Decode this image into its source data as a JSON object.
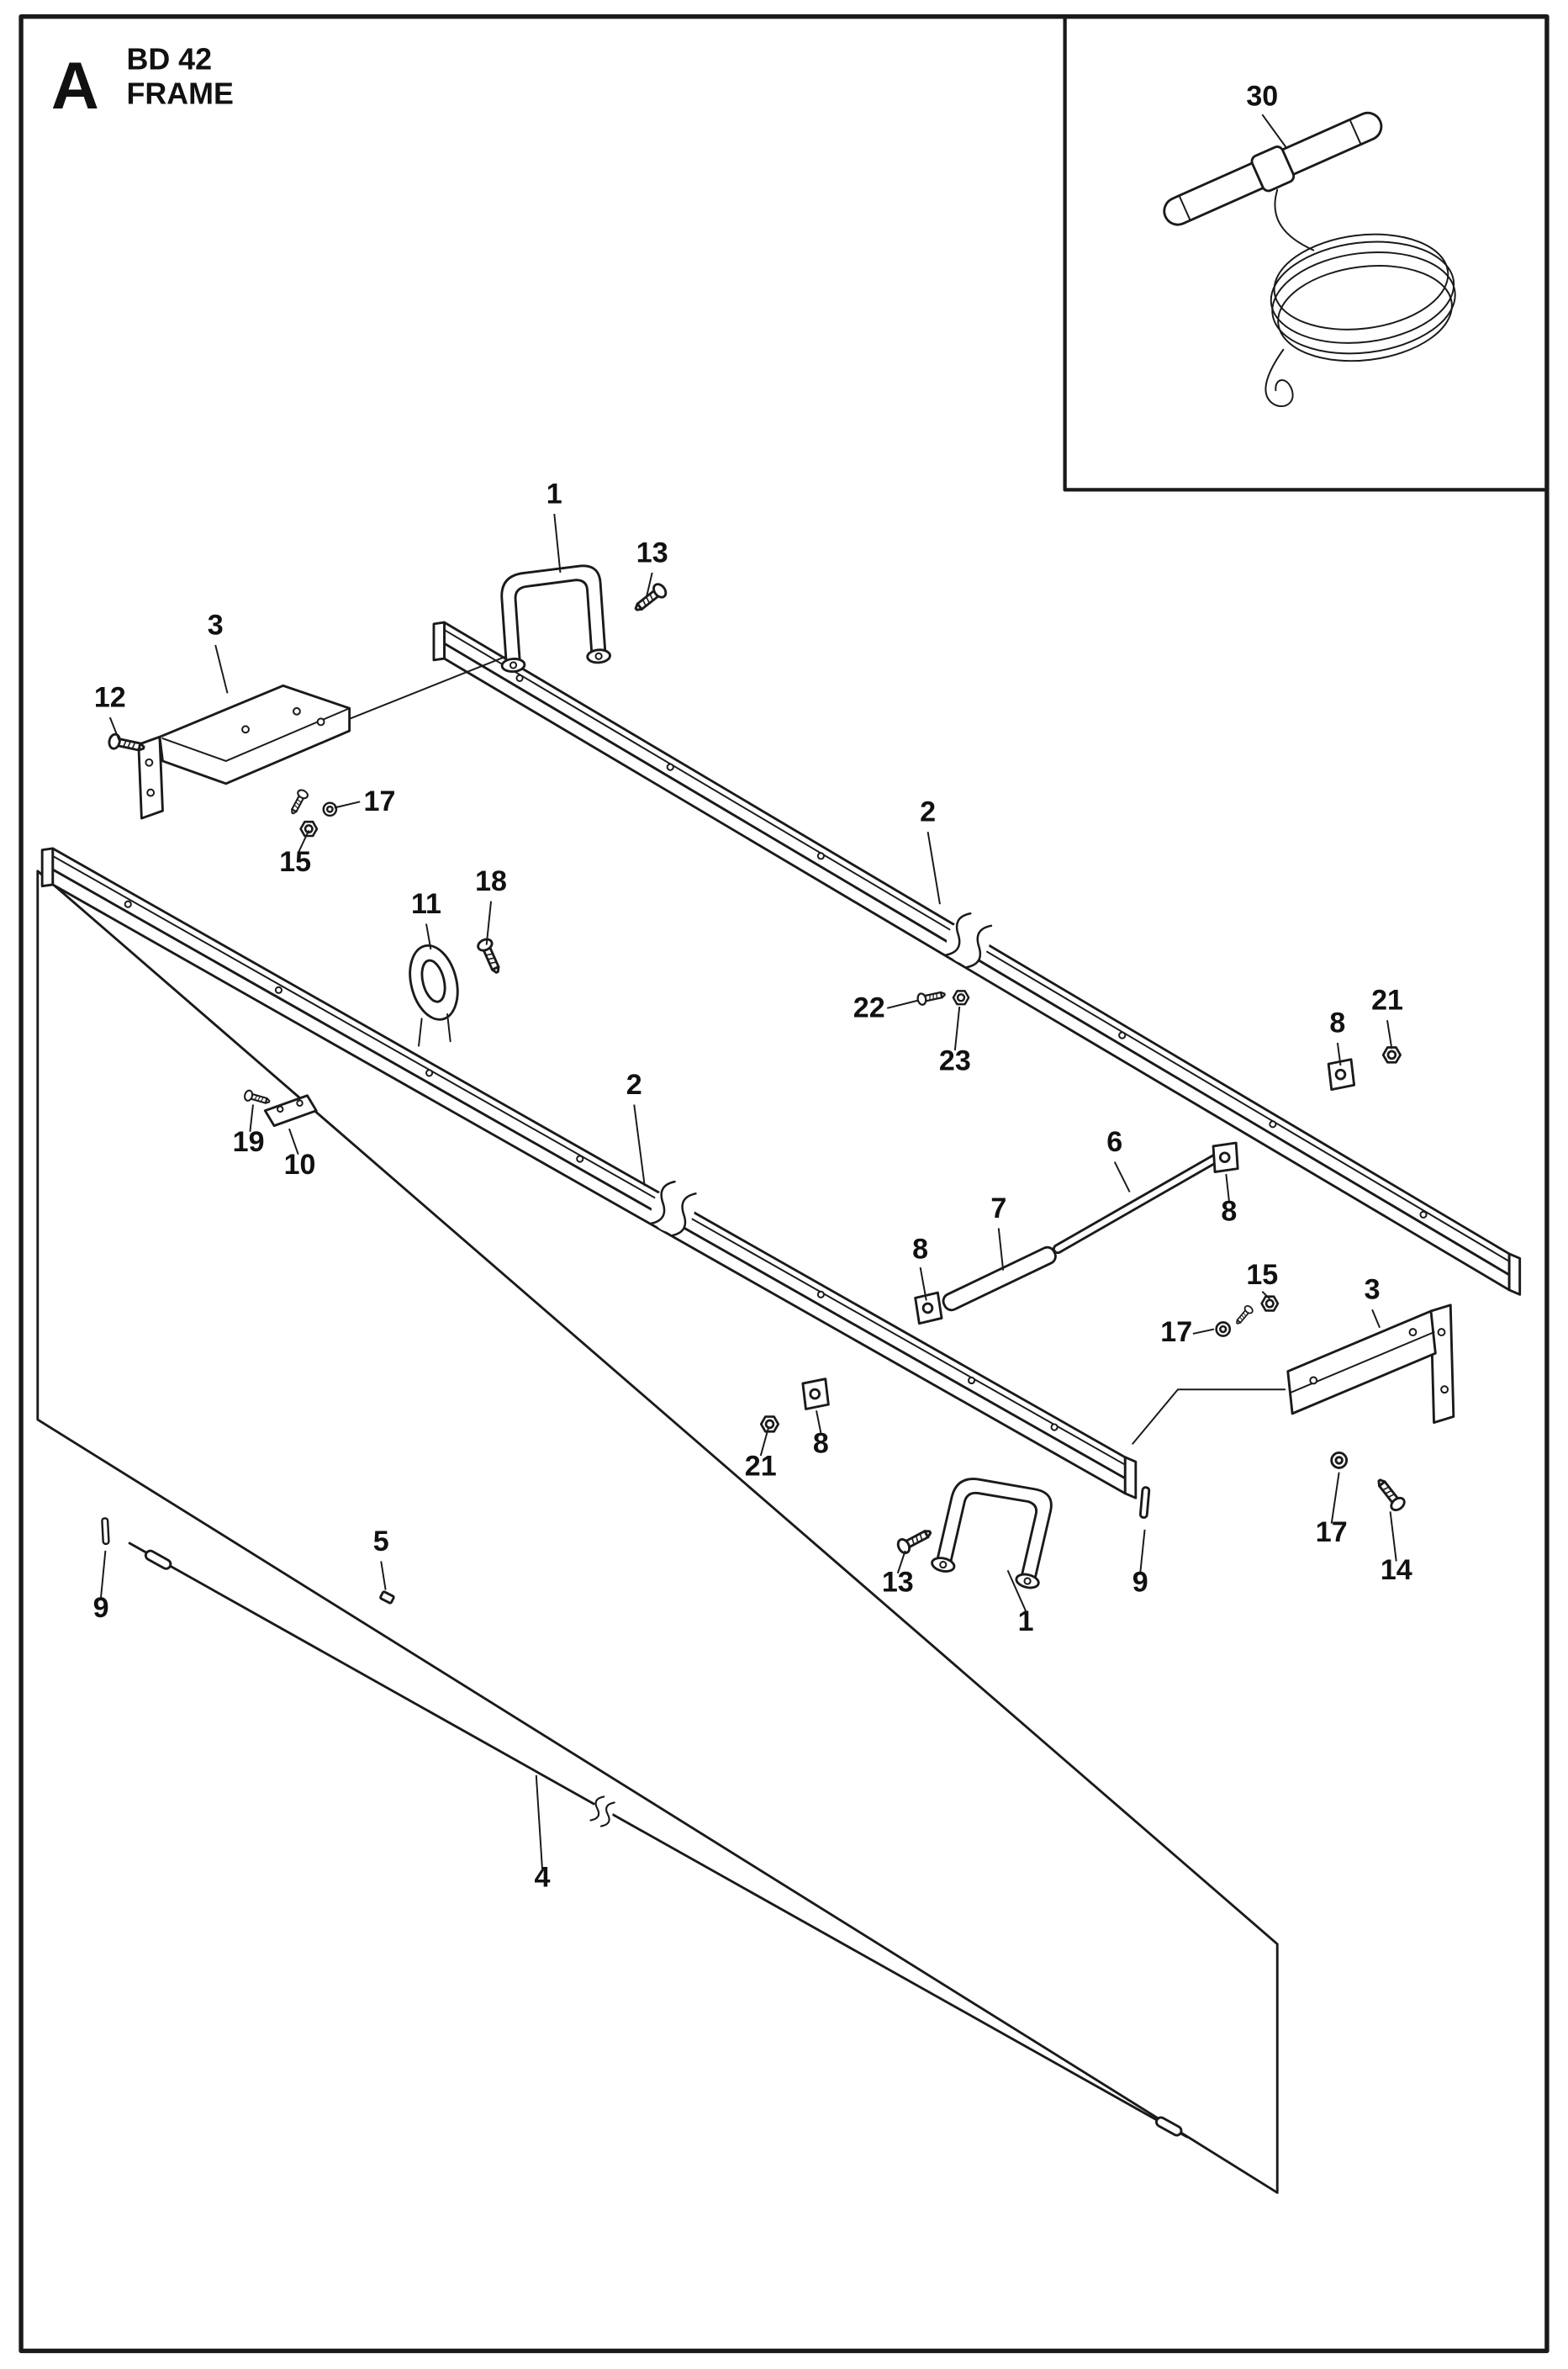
{
  "header": {
    "section_letter": "A",
    "model": "BD 42",
    "title": "FRAME"
  },
  "callouts": [
    {
      "id": "pull-handle-with-cord",
      "label": "30"
    },
    {
      "id": "handle-bracket-top",
      "label": "1"
    },
    {
      "id": "screw-top",
      "label": "13"
    },
    {
      "id": "bracket-left",
      "label": "3"
    },
    {
      "id": "screw-left",
      "label": "12"
    },
    {
      "id": "locknut-left",
      "label": "17"
    },
    {
      "id": "nut-left",
      "label": "15"
    },
    {
      "id": "rail-upper",
      "label": "2"
    },
    {
      "id": "lifting-eye",
      "label": "11"
    },
    {
      "id": "screw-eye",
      "label": "18"
    },
    {
      "id": "screw-rail",
      "label": "22"
    },
    {
      "id": "nut-rail",
      "label": "23"
    },
    {
      "id": "plate-upper-right",
      "label": "8"
    },
    {
      "id": "nut-upper-right",
      "label": "21"
    },
    {
      "id": "screw-plate-left",
      "label": "19"
    },
    {
      "id": "plate-left",
      "label": "10"
    },
    {
      "id": "rail-lower",
      "label": "2"
    },
    {
      "id": "tie-rod",
      "label": "6"
    },
    {
      "id": "rod-sleeve",
      "label": "7"
    },
    {
      "id": "plate-mid-right",
      "label": "8"
    },
    {
      "id": "plate-mid-left",
      "label": "8"
    },
    {
      "id": "nut-right",
      "label": "15"
    },
    {
      "id": "locknut-right",
      "label": "17"
    },
    {
      "id": "bracket-right",
      "label": "3"
    },
    {
      "id": "plate-lower",
      "label": "8"
    },
    {
      "id": "nut-lower",
      "label": "21"
    },
    {
      "id": "screw-bottom",
      "label": "13"
    },
    {
      "id": "handle-bracket-bottom",
      "label": "1"
    },
    {
      "id": "pin-right",
      "label": "9"
    },
    {
      "id": "washer-bottom-right",
      "label": "17"
    },
    {
      "id": "screw-bottom-right",
      "label": "14"
    },
    {
      "id": "pin-left",
      "label": "9"
    },
    {
      "id": "cable-clip",
      "label": "5"
    },
    {
      "id": "tension-cable",
      "label": "4"
    }
  ]
}
